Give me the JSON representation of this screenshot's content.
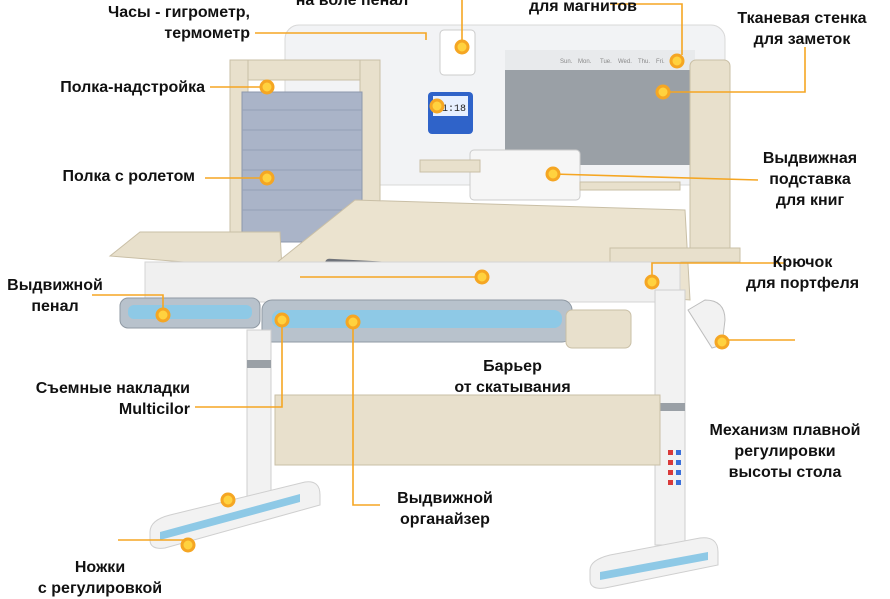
{
  "labels": {
    "clock": "Часы - гигрометр,\nтермометр",
    "top_cut": "на воле пенал",
    "magnets": "для магнитов",
    "fabric": "Тканевая стенка\nдля заметок",
    "shelf_top": "Полка-надстройка",
    "shelf_roll": "Полка с ролетом",
    "book_stand": "Выдвижная\nподставка\nдля книг",
    "pencil_drawer": "Выдвижной\nпенал",
    "hook": "Крючок\nдля портфеля",
    "barrier": "Барьер\nот скатывания",
    "covers": "Съемные накладки\nMulticilor",
    "height_mech": "Механизм плавной\nрегулировки\nвысоты стола",
    "organizer": "Выдвижной\nорганайзер",
    "legs": "Ножки\nс регулировкой"
  },
  "clock_display": "11:18",
  "planner_days": [
    "Sun.",
    "Mon.",
    "Tue.",
    "Wed.",
    "Thu.",
    "Fri."
  ],
  "colors": {
    "accent": "#f5a623",
    "marker": "#ffd23f",
    "panel": "#e8e0cc",
    "frame": "#dcdcdc",
    "blue": "#8ec9e6"
  }
}
